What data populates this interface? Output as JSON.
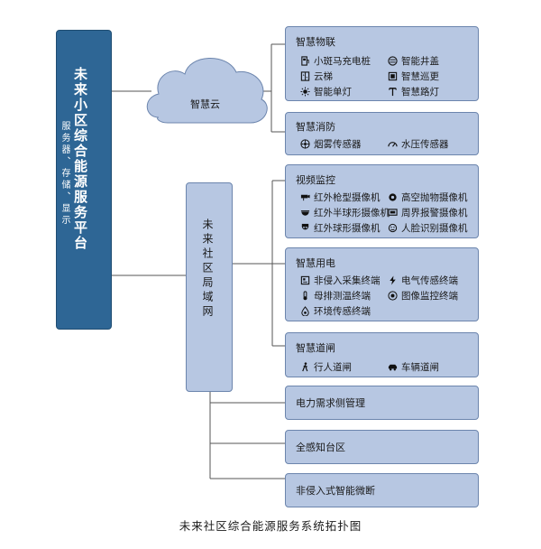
{
  "platform": {
    "title": "未来小区综合能源服务平台",
    "subtitle": "服务器、存储、显示"
  },
  "cloud": {
    "label": "智慧云"
  },
  "lan": {
    "label": "未来社区局域网"
  },
  "iot": {
    "title": "智慧物联",
    "items": [
      {
        "icon": "charging-pile-icon",
        "label": "小斑马充电桩"
      },
      {
        "icon": "manhole-icon",
        "label": "智能井盖"
      },
      {
        "icon": "elevator-icon",
        "label": "云梯"
      },
      {
        "icon": "patrol-icon",
        "label": "智慧巡更"
      },
      {
        "icon": "smart-light-icon",
        "label": "智能单灯"
      },
      {
        "icon": "street-light-icon",
        "label": "智慧路灯"
      }
    ]
  },
  "fire": {
    "title": "智慧消防",
    "items": [
      {
        "icon": "smoke-sensor-icon",
        "label": "烟雾传感器"
      },
      {
        "icon": "water-pressure-icon",
        "label": "水压传感器"
      }
    ]
  },
  "video": {
    "title": "视频监控",
    "items": [
      {
        "icon": "bullet-camera-icon",
        "label": "红外枪型摄像机"
      },
      {
        "icon": "high-altitude-camera-icon",
        "label": "高空抛物摄像机"
      },
      {
        "icon": "hemisphere-camera-icon",
        "label": "红外半球形摄像机"
      },
      {
        "icon": "alarm-camera-icon",
        "label": "周界报警摄像机"
      },
      {
        "icon": "dome-camera-icon",
        "label": "红外球形摄像机"
      },
      {
        "icon": "face-camera-icon",
        "label": "人脸识别摄像机"
      }
    ]
  },
  "power": {
    "title": "智慧用电",
    "items": [
      {
        "icon": "non-intrusive-terminal-icon",
        "label": "非侵入采集终端"
      },
      {
        "icon": "electric-sensor-icon",
        "label": "电气传感终端"
      },
      {
        "icon": "busbar-temp-icon",
        "label": "母排测温终端"
      },
      {
        "icon": "image-monitor-icon",
        "label": "图像监控终端"
      },
      {
        "icon": "environment-sensor-icon",
        "label": "环境传感终端"
      }
    ]
  },
  "gate": {
    "title": "智慧道闸",
    "items": [
      {
        "icon": "pedestrian-icon",
        "label": "行人道闸"
      },
      {
        "icon": "car-icon",
        "label": "车辆道闸"
      }
    ]
  },
  "demand": {
    "title": "电力需求侧管理"
  },
  "sense": {
    "title": "全感知台区"
  },
  "nilm": {
    "title": "非侵入式智能微断"
  },
  "caption": "未来社区综合能源服务系统拓扑图"
}
